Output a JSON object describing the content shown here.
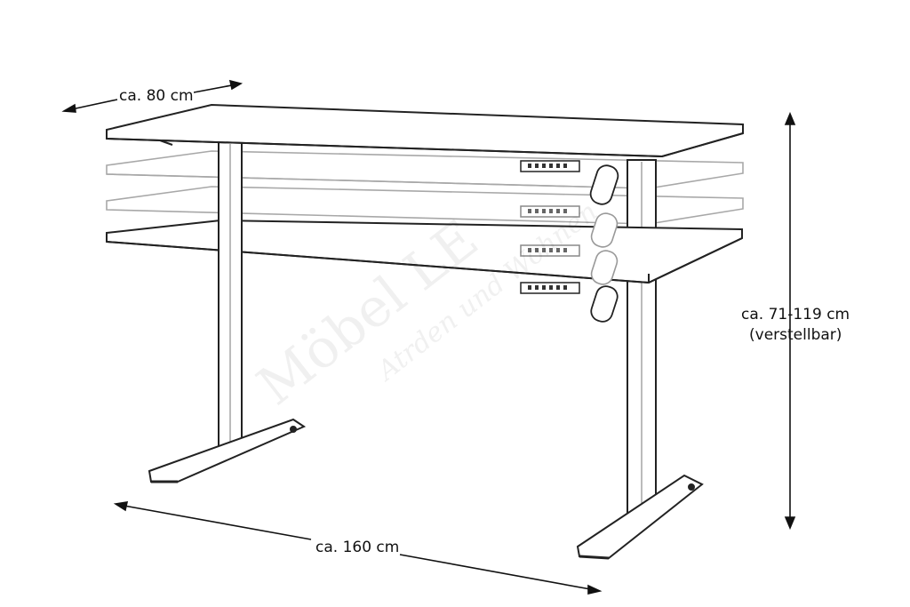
{
  "dimensions": {
    "depth": "ca. 80 cm",
    "width": "ca. 160 cm",
    "height": "ca. 71-119 cm",
    "height_note": "(verstellbar)"
  },
  "watermark": {
    "main": "Möbel LE",
    "sub": "Atrden und Wohnen"
  },
  "colors": {
    "line": "#222222",
    "ghost_line": "#b8b8b8",
    "background": "#ffffff"
  }
}
